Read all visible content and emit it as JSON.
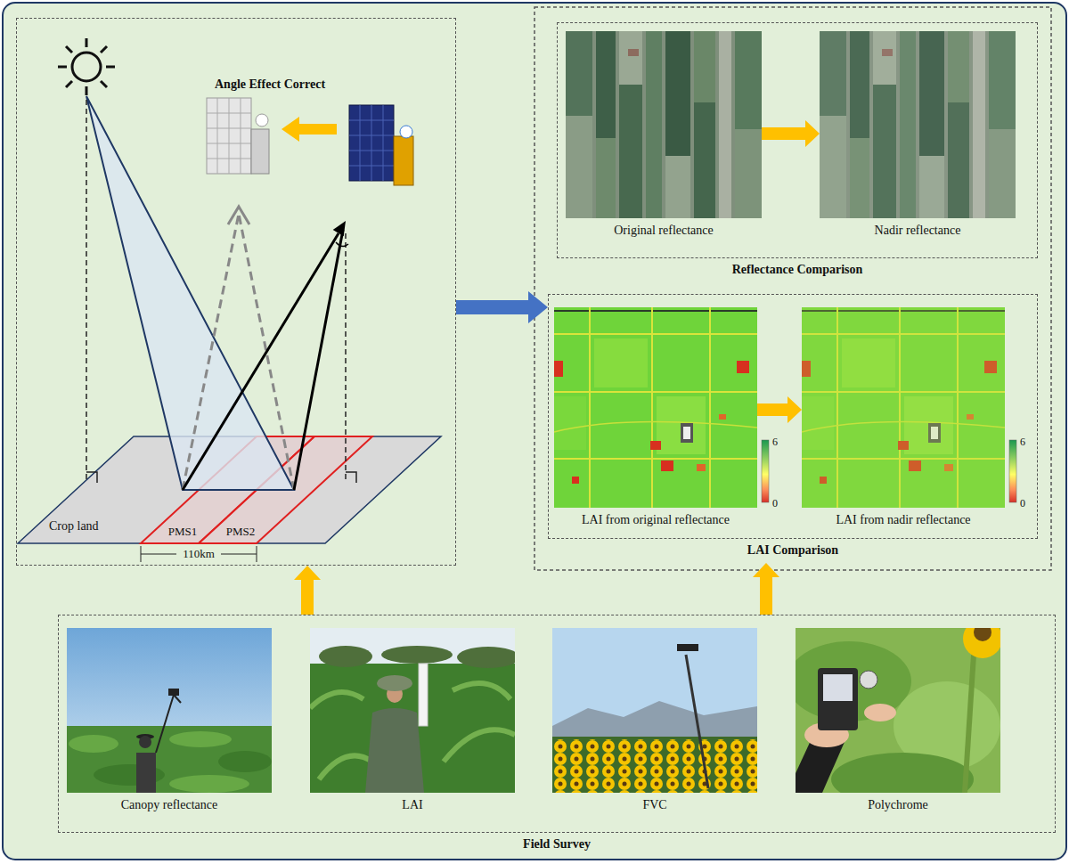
{
  "diagram": {
    "nodes": [
      {
        "text": [
          "Angle Effect Correct"
        ]
      },
      {
        "text": [
          "Reflectance Comparison"
        ]
      },
      {
        "text": [
          "Original reflectance"
        ],
        "in": 1
      },
      {
        "text": [
          "Nadir reflectance"
        ],
        "in": 1
      },
      {
        "text": [
          "LAI Comparison"
        ]
      },
      {
        "text": [
          "LAI from original reflectance"
        ],
        "in": 4
      },
      {
        "text": [
          "LAI from nadir reflectance"
        ],
        "in": 4
      },
      {
        "text": [
          "Field Survey"
        ]
      },
      {
        "text": [
          "Canopy reflectance"
        ],
        "in": 7
      },
      {
        "text": [
          "LAI"
        ],
        "in": 7
      },
      {
        "text": [
          "FVC"
        ],
        "in": 7
      },
      {
        "text": [
          "Polychrome"
        ],
        "in": 7
      }
    ],
    "edges": [
      {
        "from": 7,
        "to": 0,
        "arrow": "to"
      },
      {
        "from": 0,
        "to": 4,
        "arrow": "to"
      },
      {
        "from": 2,
        "to": 3,
        "arrow": "to"
      },
      {
        "from": 5,
        "to": 6,
        "arrow": "to"
      },
      {
        "from": 7,
        "to": 4,
        "arrow": "to"
      }
    ],
    "labels": [
      "Crop land",
      "PMS1",
      "PMS2",
      "110km",
      "6",
      "0",
      "6",
      "0"
    ]
  }
}
